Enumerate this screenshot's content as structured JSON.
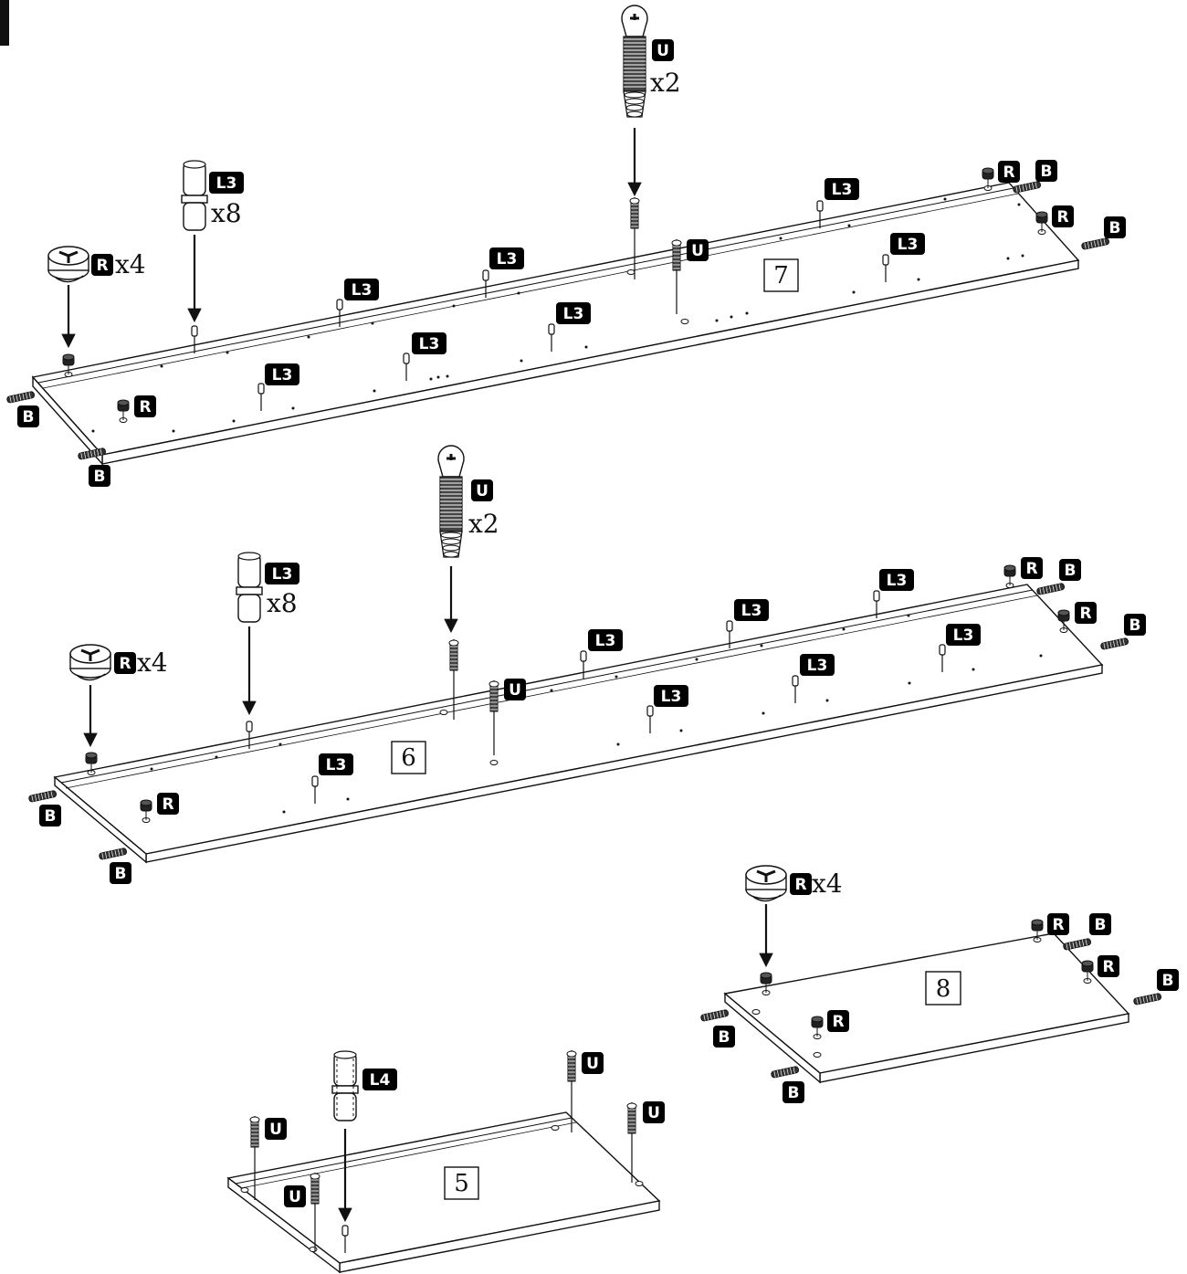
{
  "labels": {
    "B": "B",
    "R": "R",
    "U": "U",
    "L3": "L3",
    "L4": "L4"
  },
  "multipliers": {
    "x2": "x2",
    "x4": "x4",
    "x8": "x8"
  },
  "panels": {
    "panel_7": "7",
    "panel_6": "6",
    "panel_8": "8",
    "panel_5": "5"
  },
  "colors": {
    "ink": "#111111",
    "paper": "#ffffff",
    "tag_fill": "#000000",
    "tag_text": "#ffffff"
  }
}
